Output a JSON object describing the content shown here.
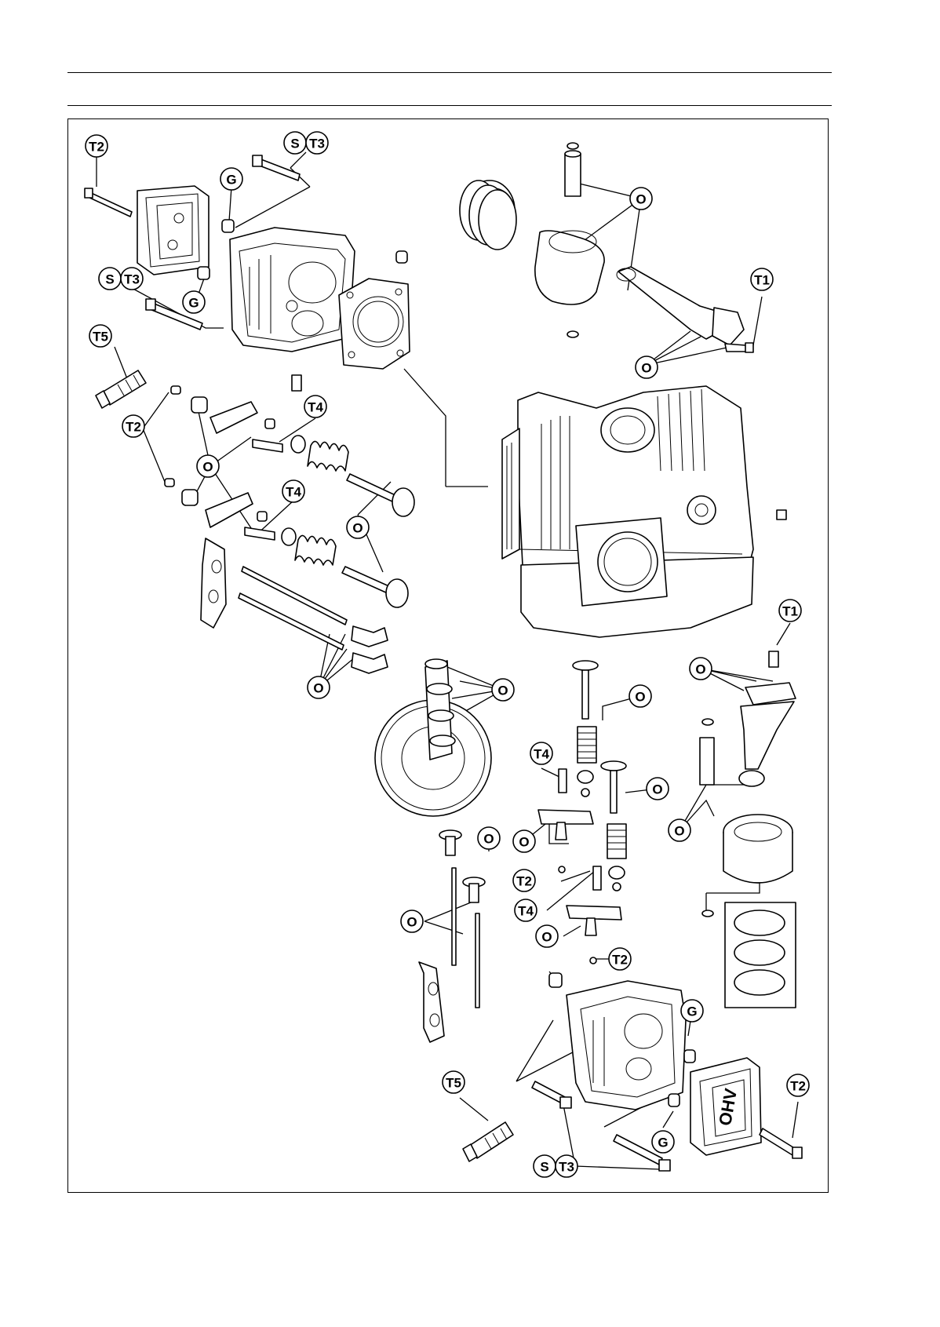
{
  "callouts": [
    {
      "id": "c1",
      "codes": [
        "T2"
      ]
    },
    {
      "id": "c2",
      "codes": [
        "S",
        "T3"
      ]
    },
    {
      "id": "c3",
      "codes": [
        "G"
      ]
    },
    {
      "id": "c4",
      "codes": [
        "S",
        "T3"
      ]
    },
    {
      "id": "c5",
      "codes": [
        "G"
      ]
    },
    {
      "id": "c6",
      "codes": [
        "T5"
      ]
    },
    {
      "id": "c7",
      "codes": [
        "T2"
      ]
    },
    {
      "id": "c8",
      "codes": [
        "O"
      ]
    },
    {
      "id": "c9",
      "codes": [
        "T4"
      ]
    },
    {
      "id": "c10",
      "codes": [
        "T4"
      ]
    },
    {
      "id": "c11",
      "codes": [
        "O"
      ]
    },
    {
      "id": "c12",
      "codes": [
        "O"
      ]
    },
    {
      "id": "c13",
      "codes": [
        "O"
      ]
    },
    {
      "id": "c14",
      "codes": [
        "T1"
      ]
    },
    {
      "id": "c15",
      "codes": [
        "O"
      ]
    },
    {
      "id": "c16",
      "codes": [
        "T1"
      ]
    },
    {
      "id": "c17",
      "codes": [
        "O"
      ]
    },
    {
      "id": "c18",
      "codes": [
        "O"
      ]
    },
    {
      "id": "c19",
      "codes": [
        "O"
      ]
    },
    {
      "id": "c20",
      "codes": [
        "T4"
      ]
    },
    {
      "id": "c21",
      "codes": [
        "O"
      ]
    },
    {
      "id": "c22",
      "codes": [
        "O"
      ]
    },
    {
      "id": "c23",
      "codes": [
        "O"
      ]
    },
    {
      "id": "c24",
      "codes": [
        "O"
      ]
    },
    {
      "id": "c25",
      "codes": [
        "T2"
      ]
    },
    {
      "id": "c26",
      "codes": [
        "O"
      ]
    },
    {
      "id": "c27",
      "codes": [
        "T4"
      ]
    },
    {
      "id": "c28",
      "codes": [
        "O"
      ]
    },
    {
      "id": "c29",
      "codes": [
        "T2"
      ]
    },
    {
      "id": "c30",
      "codes": [
        "G"
      ]
    },
    {
      "id": "c31",
      "codes": [
        "T5"
      ]
    },
    {
      "id": "c32",
      "codes": [
        "T2"
      ]
    },
    {
      "id": "c33",
      "codes": [
        "G"
      ]
    },
    {
      "id": "c34",
      "codes": [
        "S",
        "T3"
      ]
    }
  ],
  "cover_lettering": "OHV",
  "colors": {
    "ink": "#000000",
    "paper": "#ffffff"
  }
}
